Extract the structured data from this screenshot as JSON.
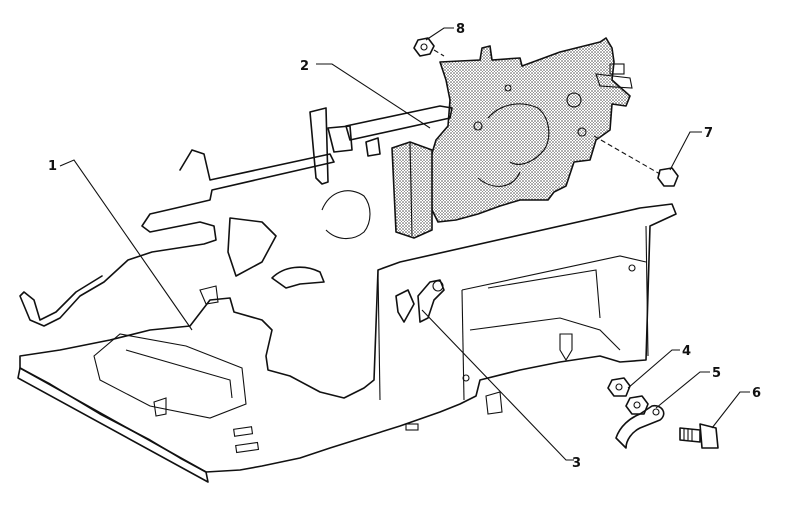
{
  "diagram": {
    "callouts": [
      "1",
      "2",
      "3",
      "4",
      "5",
      "6",
      "7",
      "8"
    ],
    "colors": {
      "line": "#111111",
      "stipple": "#444444",
      "background": "#ffffff"
    }
  }
}
